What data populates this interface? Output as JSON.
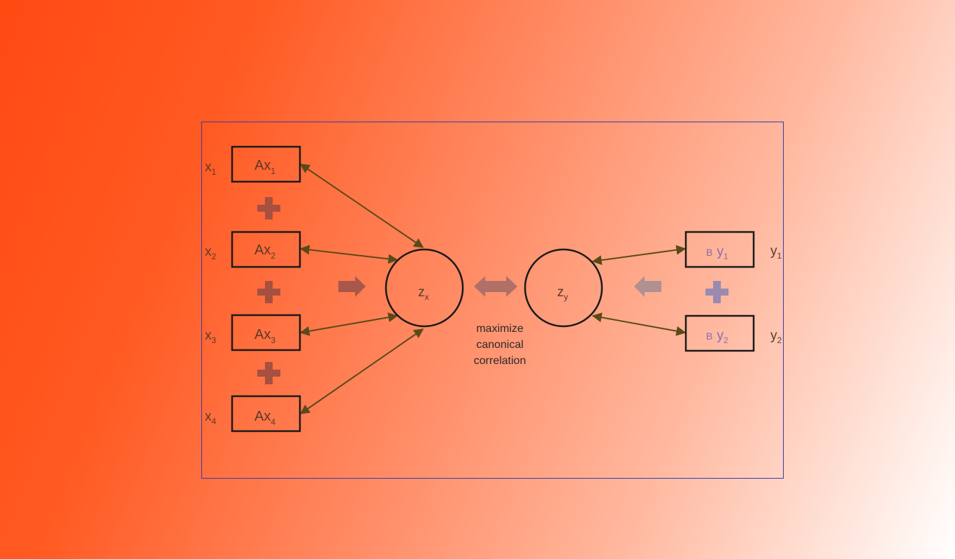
{
  "left_inputs": [
    {
      "var": "x",
      "sub": "1",
      "box_main": "Ax",
      "box_sub": "1"
    },
    {
      "var": "x",
      "sub": "2",
      "box_main": "Ax",
      "box_sub": "2"
    },
    {
      "var": "x",
      "sub": "3",
      "box_main": "Ax",
      "box_sub": "3"
    },
    {
      "var": "x",
      "sub": "4",
      "box_main": "Ax",
      "box_sub": "4"
    }
  ],
  "right_inputs": [
    {
      "var": "y",
      "sub": "1",
      "box_coef": "B",
      "box_main": "y",
      "box_sub": "1"
    },
    {
      "var": "y",
      "sub": "2",
      "box_coef": "B",
      "box_main": "y",
      "box_sub": "2"
    }
  ],
  "nodes": {
    "zx": {
      "main": "z",
      "sub": "x"
    },
    "zy": {
      "main": "z",
      "sub": "y"
    }
  },
  "caption": [
    "maximize",
    "canonical",
    "correlation"
  ],
  "colors": {
    "arrow_line": "#5a4a1a",
    "plus_left": "#a65040",
    "plus_right": "#9a8ab0",
    "block_arrow_left": "#a8584a",
    "block_arrow_mid": "#b07068",
    "block_arrow_right": "#b09090",
    "frame_border": "#3a3aa8",
    "right_box_text": "#8a6ab0"
  }
}
